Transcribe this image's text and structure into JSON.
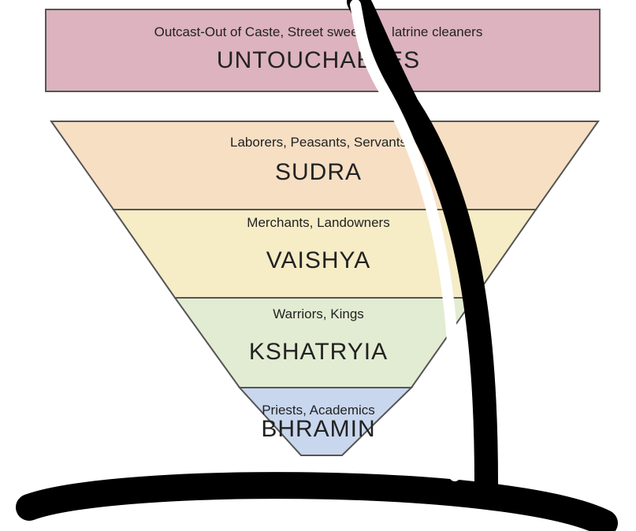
{
  "top_box": {
    "title": "UNTOUCHABLES",
    "subtitle": "Outcast-Out of Caste, Street sweepers, latrine cleaners",
    "color": "#dcb3be"
  },
  "tiers": [
    {
      "title": "SUDRA",
      "subtitle": "Laborers, Peasants, Servants",
      "color": "#f7dfc4"
    },
    {
      "title": "VAISHYA",
      "subtitle": "Merchants, Landowners",
      "color": "#f6ecc6"
    },
    {
      "title": "KSHATRYIA",
      "subtitle": "Warriors, Kings",
      "color": "#e2ecd2"
    },
    {
      "title": "BHRAMIN",
      "subtitle": "Priests, Academics",
      "color": "#c9d7ee"
    }
  ]
}
